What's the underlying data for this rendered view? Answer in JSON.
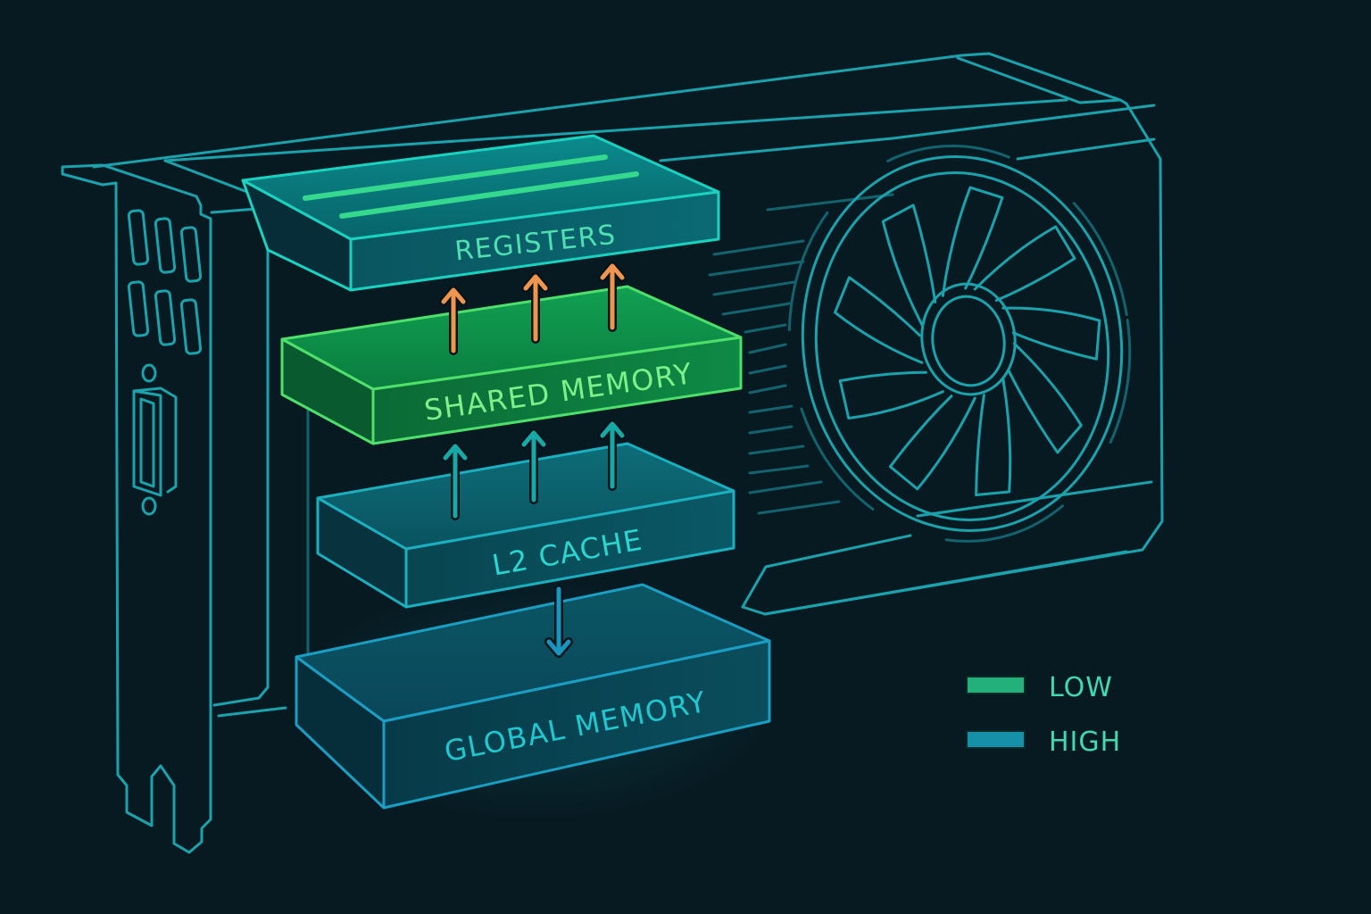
{
  "diagram": {
    "title": "GPU memory hierarchy",
    "layers": [
      {
        "id": "registers",
        "label": "REGISTERS",
        "latency": "low"
      },
      {
        "id": "shared",
        "label": "SHARED MEMORY",
        "latency": "low"
      },
      {
        "id": "l2",
        "label": "L2 CACHE",
        "latency": "high"
      },
      {
        "id": "global",
        "label": "GLOBAL MEMORY",
        "latency": "high"
      }
    ],
    "flows": [
      {
        "from": "shared",
        "to": "registers",
        "direction": "up",
        "count": 3,
        "color": "#f0954f"
      },
      {
        "from": "l2",
        "to": "shared",
        "direction": "up",
        "count": 3,
        "color": "#17a9a6"
      },
      {
        "from": "l2",
        "to": "global",
        "direction": "down",
        "count": 1,
        "color": "#1996bf"
      }
    ],
    "legend": [
      {
        "label": "LOW",
        "color": "#23b07a"
      },
      {
        "label": "HIGH",
        "color": "#1590a8"
      }
    ],
    "colors": {
      "background": "#071a22",
      "outline": "#1aa3ad",
      "registers_text": "#4fe0b0",
      "shared_text": "#7ef08a",
      "l2_text": "#29d6d0",
      "global_text": "#1fc8d0",
      "legend_text": "#3fd9b4"
    }
  }
}
